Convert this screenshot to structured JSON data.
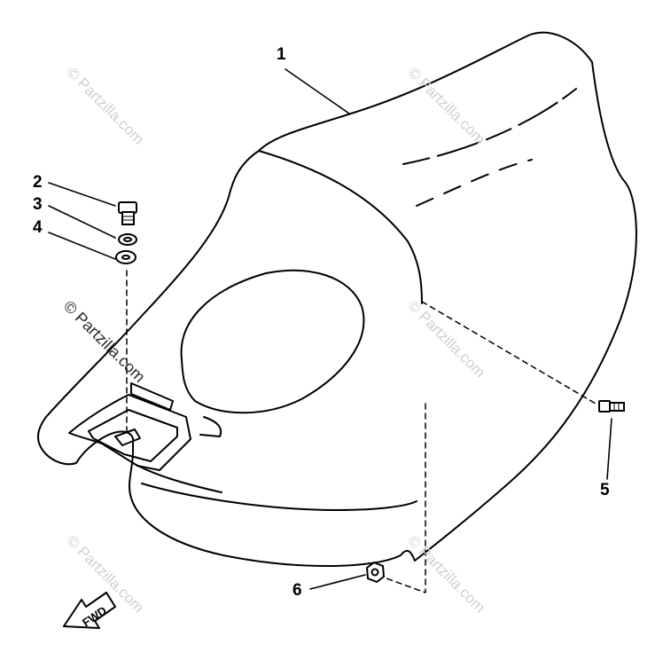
{
  "diagram": {
    "callouts": [
      {
        "id": "1",
        "label": "1"
      },
      {
        "id": "2",
        "label": "2"
      },
      {
        "id": "3",
        "label": "3"
      },
      {
        "id": "4",
        "label": "4"
      },
      {
        "id": "5",
        "label": "5"
      },
      {
        "id": "6",
        "label": "6"
      }
    ],
    "fwd_label": "FWD",
    "watermark": "© Partzilla.com"
  }
}
